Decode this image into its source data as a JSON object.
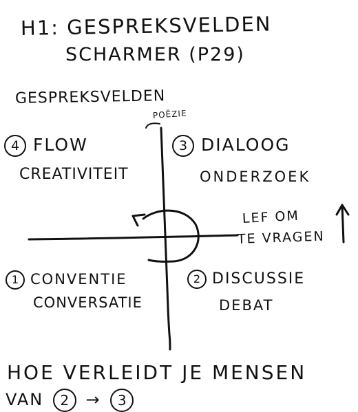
{
  "header": {
    "title": "H1: GESPREKSVELDEN",
    "subtitle": "SCHARMER (P29)"
  },
  "diagram": {
    "title": "GESPREKSVELDEN",
    "top_label": "POËZIE",
    "right_label_line1": "LEF OM",
    "right_label_line2": "TE VRAGEN",
    "quadrants": {
      "q4": {
        "number": "4",
        "title": "FLOW",
        "subtitle": "CREATIVITEIT"
      },
      "q3": {
        "number": "3",
        "title": "DIALOOG",
        "subtitle": "ONDERZOEK"
      },
      "q1": {
        "number": "1",
        "title": "CONVENTIE",
        "subtitle": "CONVERSATIE"
      },
      "q2": {
        "number": "2",
        "title": "DISCUSSIE",
        "subtitle": "DEBAT"
      }
    }
  },
  "question": {
    "line1": "HOE VERLEIDT JE MENSEN",
    "line2_prefix": "VAN",
    "from": "2",
    "arrow": "→",
    "to": "3"
  },
  "colors": {
    "ink": "#111111",
    "paper": "#ffffff"
  }
}
